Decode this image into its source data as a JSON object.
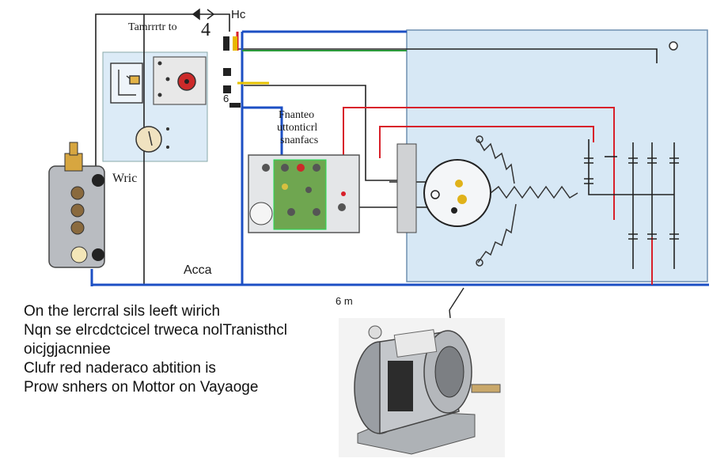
{
  "labels": {
    "top_terminal": "Hc",
    "title": "Tamrrrtr to",
    "title_num": "4",
    "switch_label": "Wric",
    "box_title": [
      "Fnanteo",
      "uttonticrl",
      "snanfacs"
    ],
    "acca": "Acca",
    "measure": "6 m",
    "small_num": "6"
  },
  "caption": [
    "On the lercrral sils leeft wirich",
    "Nqn se elrcdctcicel trweca nolTranisthcl",
    "oicjgjacnniee",
    "Clufr red naderaco abtition is",
    "Prow snhers on Mottor on Vayaoge"
  ],
  "colors": {
    "wire_blue": "#1c4fc4",
    "wire_red": "#d8202a",
    "wire_green": "#2a9a3a",
    "wire_yellow": "#e6c200",
    "panel_fill": "#d7e8f5"
  }
}
